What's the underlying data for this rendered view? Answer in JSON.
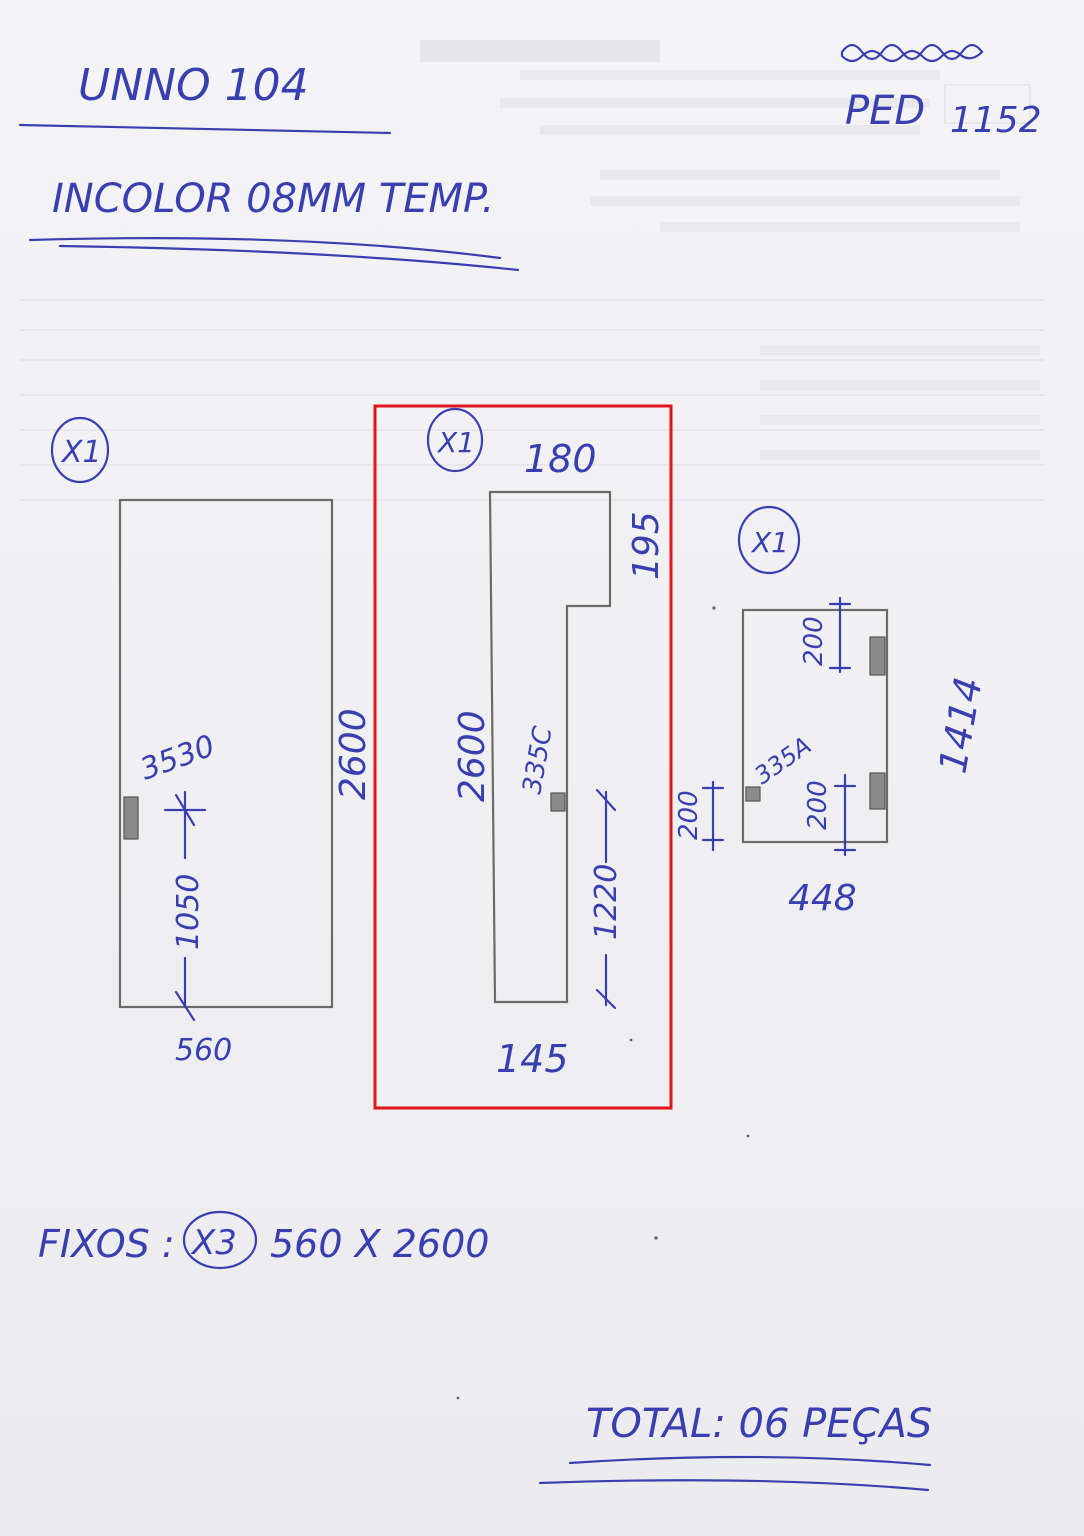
{
  "header": {
    "model": "UNNO 104",
    "glass_spec": "INCOLOR 08MM TEMP.",
    "order_prefix": "PED",
    "order_number": "1152"
  },
  "pieces": [
    {
      "qty": "X1",
      "width": "560",
      "height": "2600",
      "notch_code": "3530",
      "notch_offset": "1050"
    },
    {
      "qty": "X1",
      "top_width": "180",
      "top_height": "195",
      "height": "2600",
      "notch_code": "335C",
      "notch_offset": "1220",
      "bottom_width": "145"
    },
    {
      "qty": "X1",
      "width": "448",
      "height": "1414",
      "notch_code": "335A",
      "dim_top_right": "200",
      "dim_bottom_right": "200",
      "dim_left": "200"
    }
  ],
  "fixos": {
    "label": "FIXOS :",
    "qty": "X3",
    "size": "560 X 2600"
  },
  "total": "TOTAL: 06 PEÇAS"
}
